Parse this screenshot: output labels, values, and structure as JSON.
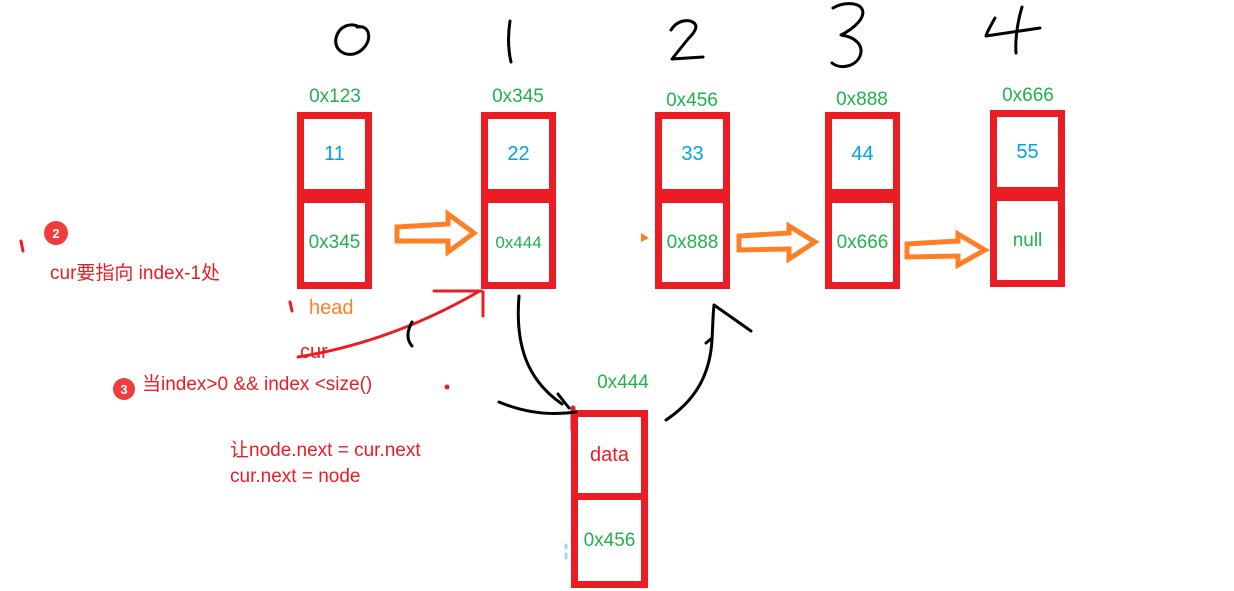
{
  "diagram": {
    "description_domain": "hand-drawn singly linked list insertion diagram",
    "indices": [
      "0",
      "1",
      "2",
      "3",
      "4"
    ],
    "nodes": [
      {
        "address": "0x123",
        "value": "11",
        "next": "0x345"
      },
      {
        "address": "0x345",
        "value": "22",
        "next": "0x444"
      },
      {
        "address": "0x456",
        "value": "33",
        "next": "0x888"
      },
      {
        "address": "0x888",
        "value": "44",
        "next": "0x666"
      },
      {
        "address": "0x666",
        "value": "55",
        "next": "null"
      }
    ],
    "new_node": {
      "address": "0x444",
      "value": "data",
      "next": "0x456"
    },
    "labels": {
      "head": "head",
      "cur": "cur"
    },
    "annotations": {
      "step2_badge": "2",
      "step2_text": "cur要指向 index-1处",
      "step3_badge": "3",
      "step3_text": "当index>0 && index <size()",
      "code_line1": "让node.next = cur.next",
      "code_line2": "cur.next = node"
    },
    "colors": {
      "box_red": "#EC1C24",
      "address_green": "#22B14C",
      "value_blue": "#00A2E8",
      "arrow_orange": "#FF7F27",
      "annotation_red": "#ED1C24",
      "stroke_black": "#000000"
    }
  }
}
